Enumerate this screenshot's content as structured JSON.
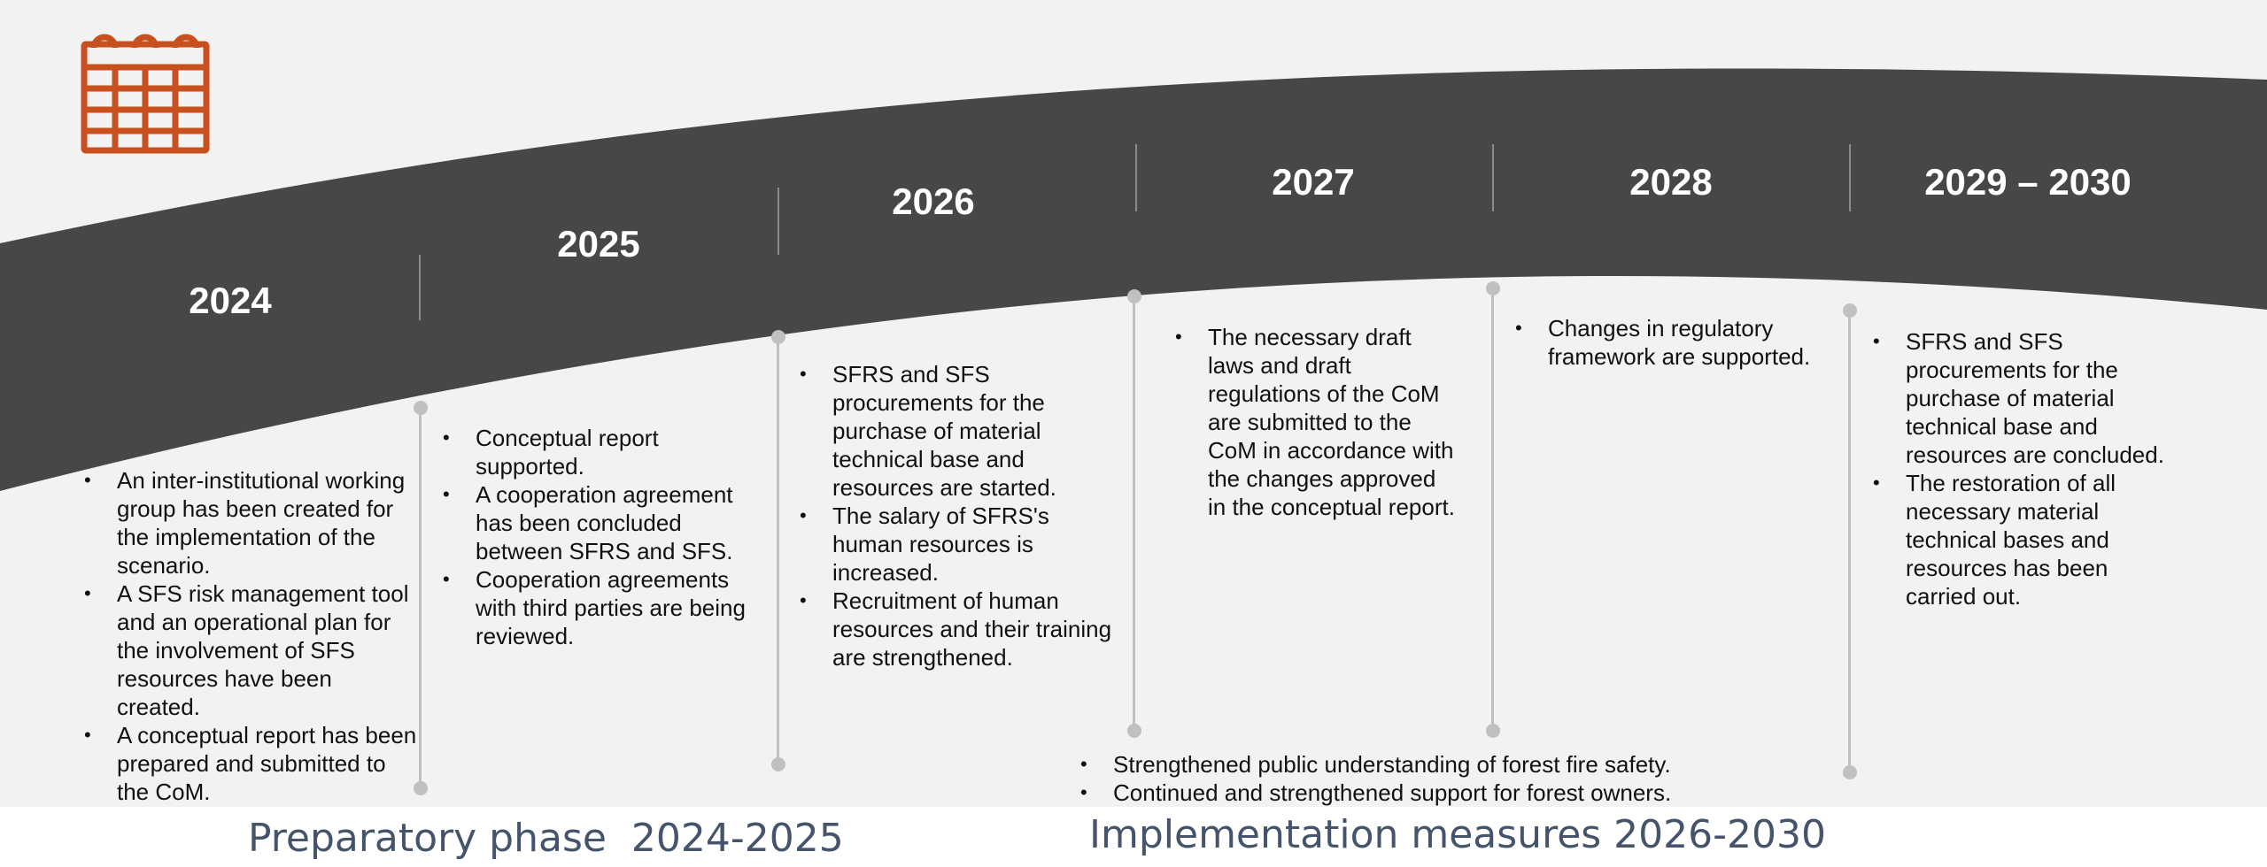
{
  "timeline": {
    "years": [
      "2024",
      "2025",
      "2026",
      "2027",
      "2028",
      "2029 – 2030"
    ],
    "columns": [
      [
        "An inter-institutional working group has been created for the implementation of the scenario.",
        "A SFS risk management tool and an operational plan for the involvement of SFS resources have been created.",
        "A conceptual report has been prepared and submitted to the CoM."
      ],
      [
        "Conceptual report supported.",
        "A cooperation agreement has been concluded between SFRS and SFS.",
        "Cooperation agreements with third parties are being reviewed."
      ],
      [
        "SFRS and SFS procurements for the purchase of material technical base and resources are started.",
        "The salary of SFRS's human resources is increased.",
        "Recruitment of human resources and their training are strengthened."
      ],
      [
        "The necessary draft laws and draft regulations of the CoM are submitted to the CoM in accordance with the changes approved in the conceptual report."
      ],
      [
        "Changes in regulatory framework are supported."
      ],
      [
        "SFRS and SFS procurements for the purchase of material technical base and resources are concluded.",
        "The restoration of all necessary material technical bases and resources has been carried out."
      ]
    ],
    "shared": [
      "Strengthened public understanding of forest fire safety.",
      "Continued and strengthened support for forest owners."
    ]
  },
  "phases": {
    "preparatory": "Preparatory phase  2024-2025",
    "implementation": "Implementation measures 2026-2030"
  },
  "colors": {
    "band": "#474747",
    "background": "#f2f2f2",
    "accent": "#c8501e",
    "line": "#c0c0c0",
    "phase_text": "#44546a"
  },
  "icon": "calendar-icon"
}
